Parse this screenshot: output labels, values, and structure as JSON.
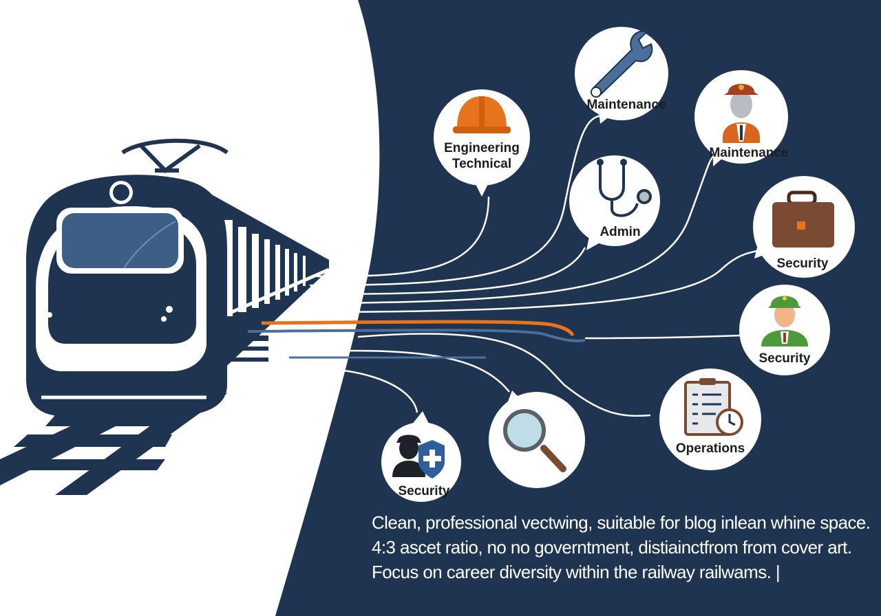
{
  "labels": {
    "engineering_1": "Engineering",
    "engineering_2": "Technical",
    "maintenance_top": "Maintenance",
    "maintenance_right": "Maintenance",
    "admin": "Admin",
    "security_briefcase": "Security",
    "security_guard": "Security",
    "operations": "Operations",
    "security_shield": "Security"
  },
  "caption": {
    "line1": "Clean, professional vectwing, suitable for blog inlean  whine space.",
    "line2": "4:3 ascet ratio, no no governtment, distiainctfrom from cover art.",
    "line3": "Focus on career diversity within the railway railwams. |"
  },
  "colors": {
    "navy": "#1e3450",
    "white": "#ffffff",
    "orange": "#e8731f",
    "blue": "#4a6f9a",
    "brown": "#7b4a32",
    "green": "#4c9a3a"
  }
}
